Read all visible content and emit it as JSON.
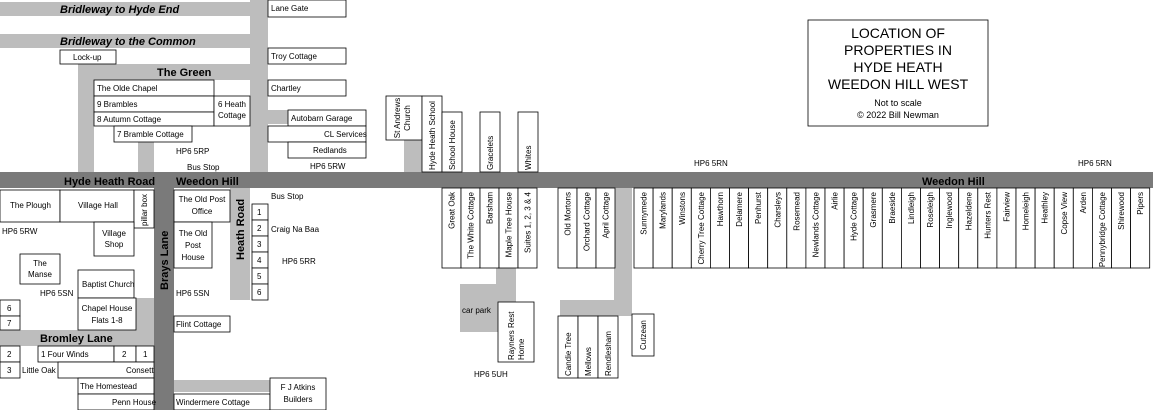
{
  "title": {
    "lines": [
      "LOCATION OF",
      "PROPERTIES IN",
      "HYDE HEATH",
      "WEEDON HILL WEST"
    ],
    "note": "Not to scale",
    "copyright": "© 2022 Bill Newman"
  },
  "roads": {
    "bridleway_hyde_end": "Bridleway to Hyde End",
    "bridleway_common": "Bridleway to the Common",
    "the_green": "The Green",
    "hyde_heath_road": "Hyde Heath Road",
    "weedon_hill_left": "Weedon Hill",
    "weedon_hill_right": "Weedon Hill",
    "brays_lane": "Brays Lane",
    "heath_road": "Heath Road",
    "bromley_lane": "Bromley Lane"
  },
  "postcodes": {
    "hp6_5rp": "HP6 5RP",
    "hp6_5rw_top": "HP6 5RW",
    "hp6_5rn_mid": "HP6 5RN",
    "hp6_5rn_right": "HP6 5RN",
    "hp6_5rw_left": "HP6 5RW",
    "hp6_5rr": "HP6 5RR",
    "hp6_5sn_left": "HP6 5SN",
    "hp6_5sn_mid": "HP6 5SN",
    "hp6_5uh": "HP6 5UH"
  },
  "labels": {
    "bus_stop_top": "Bus Stop",
    "bus_stop_right": "Bus Stop",
    "lane_gate": "Lane Gate",
    "troy_cottage": "Troy Cottage",
    "lock_up": "Lock-up",
    "chartley": "Chartley",
    "olde_chapel": "The Olde Chapel",
    "brambles": "9 Brambles",
    "autumn_cottage": "8 Autumn Cottage",
    "bramble_cottage": "7 Bramble Cottage",
    "six_heath_cottage": [
      "6 Heath",
      "Cottage"
    ],
    "autobarn": "Autobarn Garage",
    "cl_services": "CL Services",
    "redlands": "Redlands",
    "st_andrews": [
      "St Andrews",
      "Church"
    ],
    "hyde_heath_school": "Hyde Heath School",
    "school_house": "School House",
    "gracelets": "Gracelets",
    "whites": "Whites",
    "the_plough": "The Plough",
    "village_hall": "Village Hall",
    "pillar_box": "pillar box",
    "old_post_office": [
      "The Old Post",
      "Office"
    ],
    "craig_na_baa": "Craig Na Baa",
    "village_shop": [
      "Village",
      "Shop"
    ],
    "old_post_house": [
      "The Old",
      "Post",
      "House"
    ],
    "the_manse": [
      "The",
      "Manse"
    ],
    "baptist_church": "Baptist Church",
    "chapel_house": [
      "Chapel House",
      "Flats 1-8"
    ],
    "flint_cottage": "Flint Cottage",
    "four_winds": "1 Four Winds",
    "little_oak": "Little Oak",
    "consett": "Consett",
    "the_homestead": "The Homestead",
    "penn_house": "Penn House",
    "windermere_cottage": "Windermere Cottage",
    "fj_atkins": [
      "F J Atkins",
      "Builders"
    ],
    "car_park": "car park",
    "rayners": [
      "Rayners Rest",
      "Home"
    ],
    "cutzean": "Cutzean",
    "candie_tree": "Candie Tree",
    "mellows": "Mellows",
    "rendlesham": "Rendlesham",
    "num_1": "1",
    "num_2": "2",
    "num_3": "3",
    "num_4": "4",
    "num_5": "5",
    "num_6": "6",
    "num_7": "7"
  },
  "south_row_a": [
    "Great Oak",
    "The White Cottage",
    "Barsham",
    "Maple Tree House",
    "Suites 1, 2, 3 & 4"
  ],
  "south_row_b": [
    "Old Mortons",
    "Orchard Cottage",
    "April Cottage"
  ],
  "south_row_c": [
    "Sunnymede",
    "Marylands",
    "Winstons",
    "Cherry Tree Cottage",
    "Hawthorn",
    "Delamere",
    "Penhurst",
    "Charsleys",
    "Rosemead",
    "Newlands Cottage",
    "Airlie",
    "Hyde Cottage",
    "Grasmere",
    "Braeside",
    "Lindleigh",
    "Roseleigh",
    "Inglewood",
    "Hazeldene",
    "Hunters Rest",
    "Fairview",
    "Homeleigh",
    "Heathley",
    "Copse View",
    "Arden",
    "Pennybridge Cottage",
    "Shirewood",
    "Pipers"
  ]
}
